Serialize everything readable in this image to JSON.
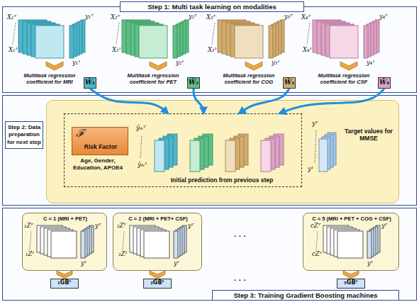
{
  "diagram": {
    "nodes": [
      {
        "text": [
          "Step 1: Multi task learning on modalities"
        ]
      },
      {
        "text": [
          "Multitask regression coefficient for MRI",
          "W̃₁"
        ],
        "in": 0
      },
      {
        "text": [
          "Multitask regression coefficient for PET",
          "W̃₂"
        ],
        "in": 0
      },
      {
        "text": [
          "Multitask regression coefficient for COG",
          "W̃₃"
        ],
        "in": 0
      },
      {
        "text": [
          "Multitask regression coefficient for CSF",
          "W̃₄"
        ],
        "in": 0
      },
      {
        "text": [
          "Step 2: Data preparation for next step"
        ]
      },
      {
        "text": [
          "Target values for MMSE"
        ],
        "in": 5
      },
      {
        "text": [
          "Initial prediction from previous step"
        ],
        "in": 6
      },
      {
        "text": [
          "ℱ",
          "Risk Factor"
        ],
        "in": 7
      },
      {
        "text": [
          "Step 3: Training Gradient Boosting machines"
        ]
      },
      {
        "text": [
          "C = 1 (MRI + PET)"
        ],
        "in": 9
      },
      {
        "text": [
          "C = 2 (MRI + PET+ CSF)"
        ],
        "in": 9
      },
      {
        "text": [
          "C = 5 (MRI + PET + COG + CSF)"
        ],
        "in": 9
      },
      {
        "text": [
          "₁GBᵗ"
        ],
        "in": 9
      },
      {
        "text": [
          "₂GBᵗ"
        ],
        "in": 9
      },
      {
        "text": [
          "₅GBᵗ"
        ],
        "in": 9
      }
    ],
    "edges": [
      {
        "from": 1,
        "to": 7,
        "arrow": "to"
      },
      {
        "from": 2,
        "to": 7,
        "arrow": "to"
      },
      {
        "from": 3,
        "to": 7,
        "arrow": "to"
      },
      {
        "from": 4,
        "to": 7,
        "arrow": "to"
      },
      {
        "from": 10,
        "to": 13,
        "arrow": "to"
      },
      {
        "from": 11,
        "to": 14,
        "arrow": "to"
      },
      {
        "from": 12,
        "to": 15,
        "arrow": "to"
      }
    ],
    "labels": [
      "X₁ᵀ",
      "X₁¹",
      "y₁ᵀ",
      "y₁¹",
      "X₂ᵀ",
      "X₂¹",
      "y₂ᵀ",
      "y₂¹",
      "X₃ᵀ",
      "X₃¹",
      "y₃ᵀ",
      "y₃¹",
      "X₄ᵀ",
      "X₄¹",
      "y₄ᵀ",
      "y₄¹",
      "ŷₘᵀ",
      "ŷₘ¹",
      "Age, Gender, Education, APOE4",
      "yᵀ",
      "y¹",
      "₁Zᵀ",
      "₁Z¹",
      "yᵀ",
      "y¹",
      "₂Zᵀ",
      "₂Z¹",
      "yᵀ",
      "y¹",
      "· · ·",
      "cZᵀ",
      "cZ¹",
      "yᵀ",
      "y¹",
      "· · ·"
    ]
  }
}
